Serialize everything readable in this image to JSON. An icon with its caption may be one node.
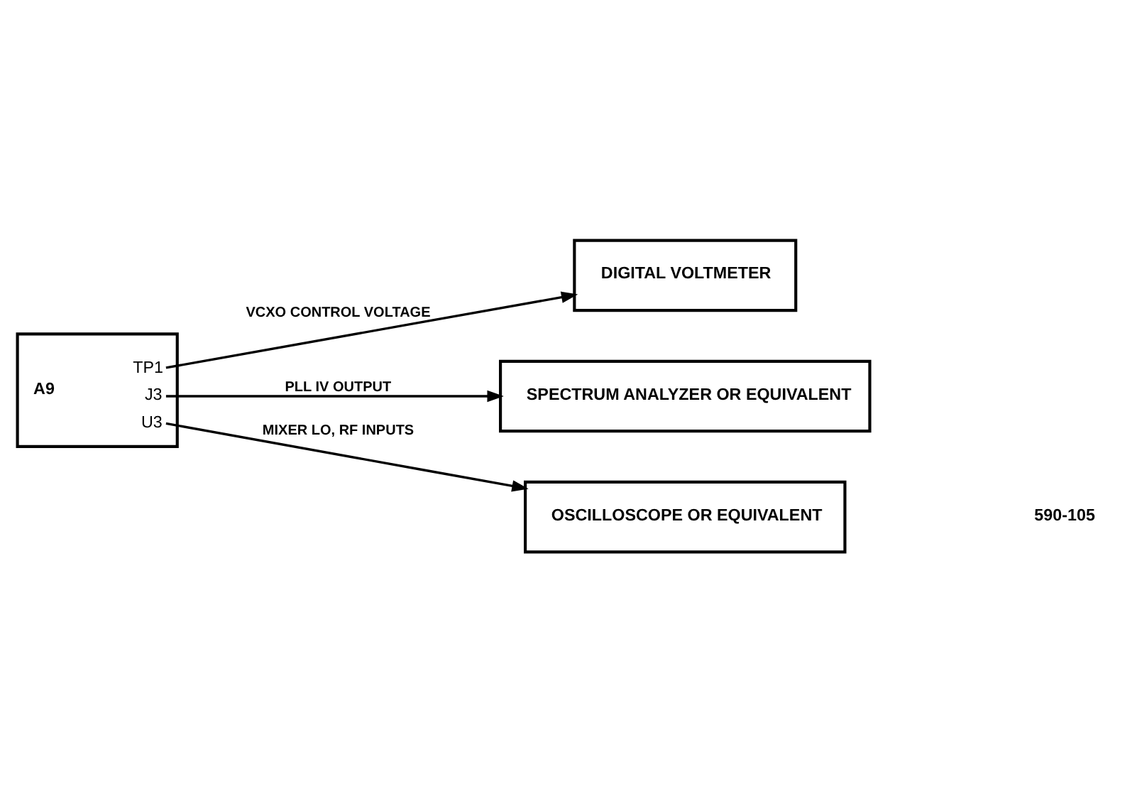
{
  "diagram": {
    "nodes": [
      {
        "text": [
          "A9",
          "TP1",
          "J3",
          "U3"
        ]
      },
      {
        "text": [
          "DIGITAL VOLTMETER"
        ]
      },
      {
        "text": [
          "SPECTRUM ANALYZER OR EQUIVALENT"
        ]
      },
      {
        "text": [
          "OSCILLOSCOPE OR EQUIVALENT"
        ]
      }
    ],
    "edges": [
      {
        "from": 0,
        "to": 1,
        "arrow": "to",
        "label": "VCXO CONTROL VOLTAGE"
      },
      {
        "from": 0,
        "to": 2,
        "arrow": "to",
        "label": "PLL IV OUTPUT"
      },
      {
        "from": 0,
        "to": 3,
        "arrow": "to",
        "label": "MIXER LO, RF INPUTS"
      }
    ],
    "labels": [
      "590-105"
    ]
  }
}
